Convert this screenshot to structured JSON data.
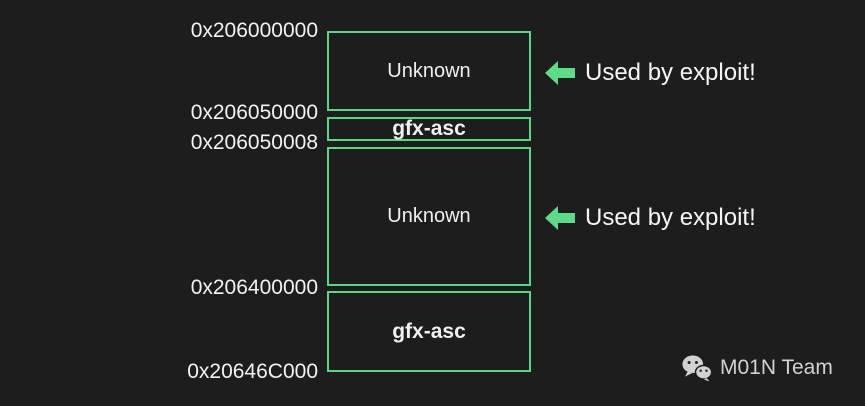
{
  "colors": {
    "background": "#1d1d1d",
    "accent_green": "#53da82",
    "text": "#f2f2f2",
    "watermark": "#d2d2d2"
  },
  "memory_map": {
    "addresses": [
      "0x206000000",
      "0x206050000",
      "0x206050008",
      "0x206400000",
      "0x20646C000"
    ],
    "regions": [
      {
        "label": "Unknown",
        "start_address": "0x206000000",
        "end_address": "0x206050000"
      },
      {
        "label": "gfx-asc",
        "start_address": "0x206050000",
        "end_address": "0x206050008"
      },
      {
        "label": "Unknown",
        "start_address": "0x206050008",
        "end_address": "0x206400000"
      },
      {
        "label": "gfx-asc",
        "start_address": "0x206400000",
        "end_address": "0x20646C000"
      }
    ],
    "annotations": [
      {
        "text": "Used by exploit!",
        "target_region": "Unknown"
      },
      {
        "text": "Used by exploit!",
        "target_region": "Unknown"
      }
    ]
  },
  "watermark": {
    "icon": "wechat-icon",
    "label": "M01N Team"
  }
}
